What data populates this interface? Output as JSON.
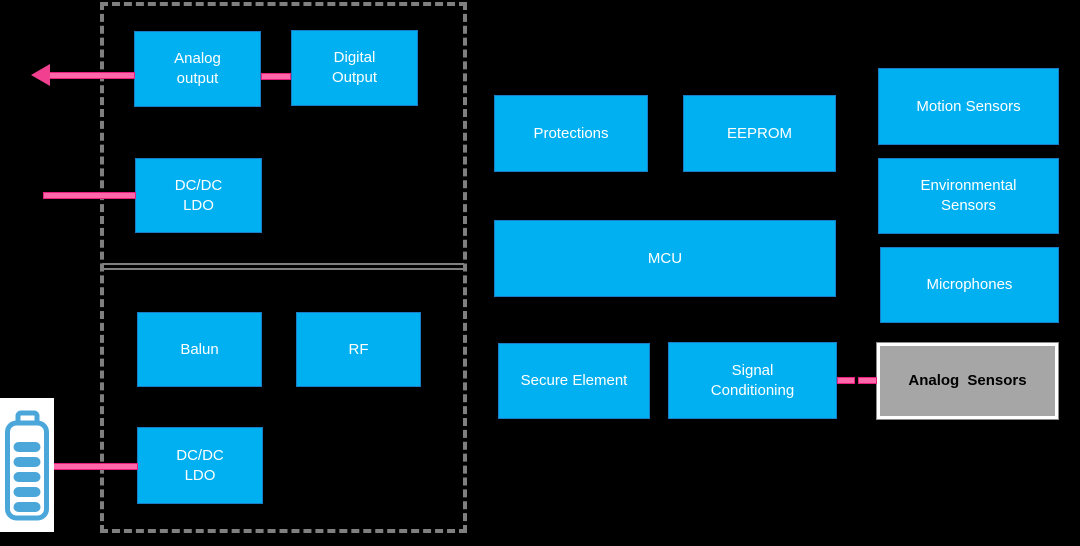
{
  "diagram": {
    "type": "block-diagram",
    "description": "Wireless sensor node hardware architecture",
    "colors": {
      "background": "#000000",
      "block_fill": "#00b0f0",
      "block_border": "#1a7ec6",
      "block_text": "#ffffff",
      "inactive_block_fill": "#a6a6a6",
      "inactive_block_border": "#ffffff",
      "inactive_block_text": "#000000",
      "connector_pink": "#ff68a8",
      "connector_pink_edge": "#e81f7e",
      "frame_dash_gray": "#7f7f7f",
      "battery_icon_blue": "#4ba7da",
      "battery_card": "#ffffff"
    }
  },
  "nodes": {
    "analog_output": {
      "lines": [
        "Analog",
        "output"
      ]
    },
    "digital_output": {
      "lines": [
        "Digital",
        "Output"
      ]
    },
    "dcdc_ldo_top": {
      "lines": [
        "DC/DC",
        "LDO"
      ]
    },
    "balun": {
      "lines": [
        "Balun"
      ]
    },
    "rf": {
      "lines": [
        "RF"
      ]
    },
    "dcdc_ldo_bottom": {
      "lines": [
        "DC/DC",
        "LDO"
      ]
    },
    "protections": {
      "lines": [
        "Protections"
      ]
    },
    "eeprom": {
      "lines": [
        "EEPROM"
      ]
    },
    "mcu": {
      "lines": [
        "MCU"
      ]
    },
    "secure_element": {
      "lines": [
        "Secure Element"
      ]
    },
    "signal_conditioning": {
      "lines": [
        "Signal",
        "Conditioning"
      ]
    },
    "motion_sensors": {
      "lines": [
        "Motion Sensors"
      ]
    },
    "environmental_sensors": {
      "lines": [
        "Environmental",
        "Sensors"
      ]
    },
    "microphones": {
      "lines": [
        "Microphones"
      ]
    },
    "analog_sensors": {
      "lines": [
        "Analog Sensors"
      ]
    }
  },
  "icons": {
    "battery": "battery-icon",
    "arrow_left": "arrow-left-icon"
  },
  "connectors": [
    {
      "id": "analog-output-to-external",
      "type": "arrow",
      "direction": "left"
    },
    {
      "id": "digital-output-to-analog-output",
      "type": "line"
    },
    {
      "id": "external-to-dcdc-ldo-top",
      "type": "line"
    },
    {
      "id": "battery-to-dcdc-ldo-bottom",
      "type": "line"
    },
    {
      "id": "signal-conditioning-to-analog-sensors",
      "type": "dashed-line"
    }
  ]
}
